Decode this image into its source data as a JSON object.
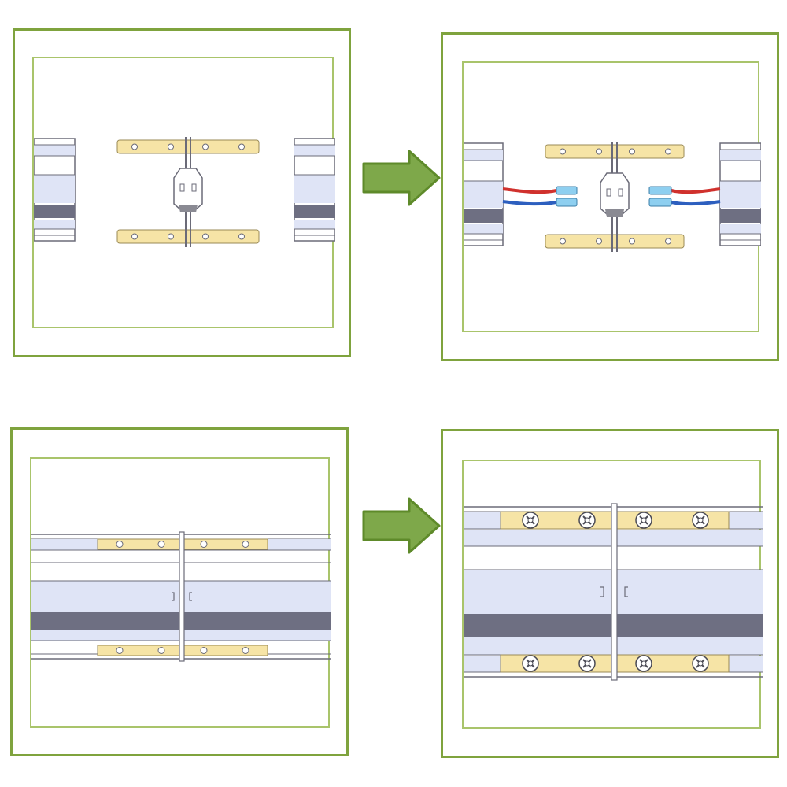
{
  "colors": {
    "frame_outer": "#7fa33e",
    "frame_inner": "#a9c46b",
    "arrow_fill": "#7ea84a",
    "arrow_stroke": "#5e8a2a",
    "plate_fill": "#f6e4a6",
    "plate_stroke": "#9a8a55",
    "band_light": "#dfe4f6",
    "band_dark": "#6e6f82",
    "wire_red": "#d0312d",
    "wire_blue": "#2d5fbf",
    "terminal": "#8ecff0",
    "line": "#6b6b78"
  },
  "icons": {
    "step_arrow": "right-arrow-icon"
  },
  "steps": [
    {
      "panel": "top-left",
      "state": "connector-alone"
    },
    {
      "panel": "top-right",
      "state": "wires-with-terminals"
    },
    {
      "panel": "bottom-left",
      "state": "plates-with-holes"
    },
    {
      "panel": "bottom-right",
      "state": "plates-with-screws"
    }
  ]
}
